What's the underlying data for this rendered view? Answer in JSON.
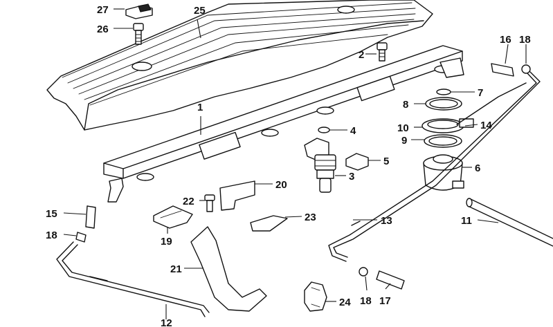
{
  "callouts": {
    "c1": "1",
    "c2": "2",
    "c3": "3",
    "c4": "4",
    "c5": "5",
    "c6": "6",
    "c7": "7",
    "c8": "8",
    "c9": "9",
    "c10": "10",
    "c11": "11",
    "c12": "12",
    "c13": "13",
    "c14": "14",
    "c15": "15",
    "c16": "16",
    "c17": "17",
    "c18a": "18",
    "c18b": "18",
    "c18c": "18",
    "c19": "19",
    "c20": "20",
    "c21": "21",
    "c22": "22",
    "c23": "23",
    "c24": "24",
    "c25": "25",
    "c26": "26",
    "c27": "27"
  }
}
